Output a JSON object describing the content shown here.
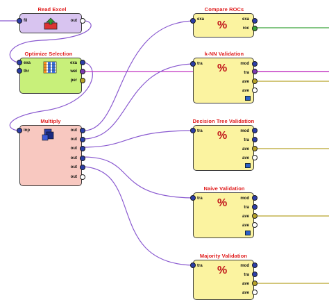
{
  "operators": {
    "read_excel": {
      "title": "Read Excel",
      "ports_in": [
        "fil"
      ],
      "ports_out": [
        "out"
      ],
      "color": "#d8c4f0"
    },
    "optimize_selection": {
      "title": "Optimize Selection",
      "ports_in": [
        "exa",
        "thr"
      ],
      "ports_out": [
        "exa",
        "wei",
        "per"
      ],
      "color": "#c8f07a"
    },
    "multiply": {
      "title": "Multiply",
      "ports_in": [
        "inp"
      ],
      "ports_out": [
        "out",
        "out",
        "out",
        "out",
        "out",
        "out"
      ],
      "color": "#f8c8c0"
    },
    "compare_rocs": {
      "title": "Compare ROCs",
      "ports_in": [
        "exa"
      ],
      "ports_out": [
        "exa",
        "roc"
      ],
      "color": "#fbf3a0"
    },
    "knn_validation": {
      "title": "k-NN Validation",
      "ports_in": [
        "tra"
      ],
      "ports_out": [
        "mod",
        "tra",
        "ave",
        "ave"
      ],
      "color": "#fbf3a0"
    },
    "decision_tree_validation": {
      "title": "Decision Tree Validation",
      "ports_in": [
        "tra"
      ],
      "ports_out": [
        "mod",
        "tra",
        "ave",
        "ave"
      ],
      "color": "#fbf3a0"
    },
    "naive_validation": {
      "title": "Naive Validation",
      "ports_in": [
        "tra"
      ],
      "ports_out": [
        "mod",
        "tra",
        "ave",
        "ave"
      ],
      "color": "#fbf3a0"
    },
    "majority_validation": {
      "title": "Majority Validation",
      "ports_in": [
        "tra"
      ],
      "ports_out": [
        "mod",
        "tra",
        "ave",
        "ave"
      ],
      "color": "#fbf3a0"
    }
  },
  "colors": {
    "title_red": "#e01b1b",
    "wire_purple": "#8a5ad0",
    "wire_green": "#3aa33a",
    "wire_magenta": "#c030c0",
    "wire_olive": "#b7a32a",
    "port_blue": "#2c3ea8"
  }
}
